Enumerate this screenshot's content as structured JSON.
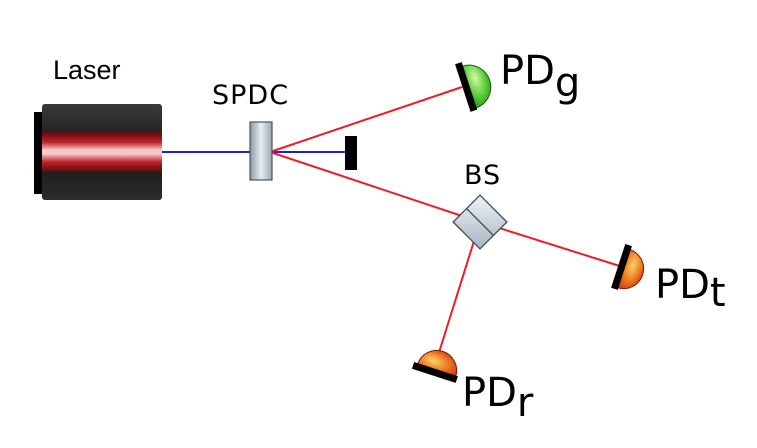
{
  "labels": {
    "laser": "Laser",
    "spdc": "SPDC",
    "bs": "BS",
    "pd_g_main": "PD",
    "pd_g_sub": "g",
    "pd_t_main": "PD",
    "pd_t_sub": "t",
    "pd_r_main": "PD",
    "pd_r_sub": "r"
  },
  "colors": {
    "pump_beam": "#1f1fd6",
    "photon_beam": "#ee1c25",
    "laser_body": "#2b2b2b",
    "laser_core": "#c0202a",
    "crystal": "#c9d3dd",
    "detector_green": "#3cbf2c",
    "detector_orange": "#e4571c",
    "beam_block": "#000000"
  }
}
